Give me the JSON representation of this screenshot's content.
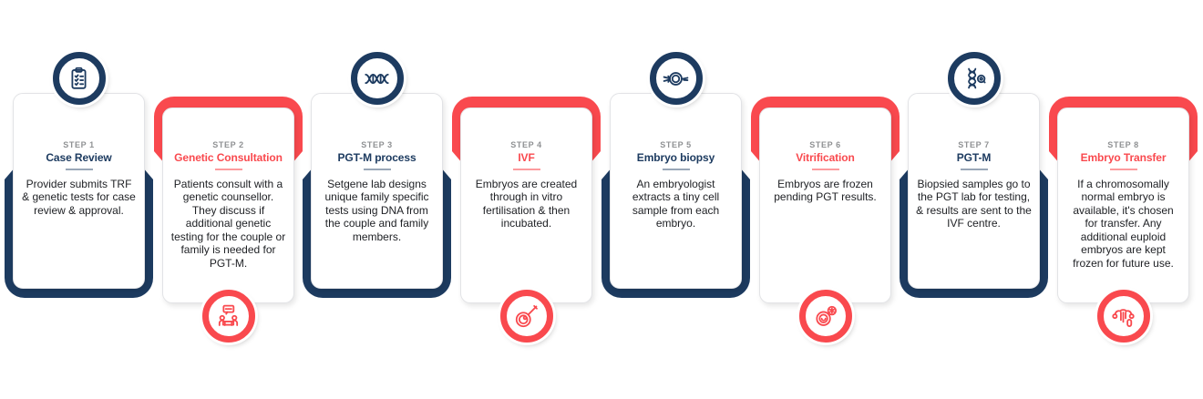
{
  "colors": {
    "navy": "#1d3b60",
    "red": "#f9494e",
    "step_label_gray": "#8f9193",
    "body_text": "#202226",
    "card_border": "#e2e3e6",
    "background": "#ffffff"
  },
  "steps": [
    {
      "step_label": "STEP 1",
      "title": "Case Review",
      "description": "Provider submits TRF & genetic tests for case review & approval.",
      "accent": "navy",
      "icon": "clipboard-checklist-icon",
      "icon_position": "top"
    },
    {
      "step_label": "STEP 2",
      "title": "Genetic Consultation",
      "description": "Patients consult with a genetic counsellor. They discuss if additional genetic testing for the couple or family is needed for PGT-M.",
      "accent": "red",
      "icon": "genetic-counselling-icon",
      "icon_position": "bottom"
    },
    {
      "step_label": "STEP 3",
      "title": "PGT-M process",
      "description": "Setgene lab designs unique family specific tests using DNA from the couple and family members.",
      "accent": "navy",
      "icon": "dna-strand-icon",
      "icon_position": "top"
    },
    {
      "step_label": "STEP 4",
      "title": "IVF",
      "description": "Embryos are created through in vitro fertilisation & then incubated.",
      "accent": "red",
      "icon": "ivf-fertilisation-icon",
      "icon_position": "bottom"
    },
    {
      "step_label": "STEP 5",
      "title": "Embryo biopsy",
      "description": "An embryologist extracts a tiny cell sample from each embryo.",
      "accent": "navy",
      "icon": "embryo-biopsy-icon",
      "icon_position": "top"
    },
    {
      "step_label": "STEP 6",
      "title": "Vitrification",
      "description": "Embryos are frozen pending PGT results.",
      "accent": "red",
      "icon": "frozen-embryo-icon",
      "icon_position": "bottom"
    },
    {
      "step_label": "STEP 7",
      "title": "PGT-M",
      "description": "Biopsied samples go to the PGT lab for testing, & results are sent to the IVF centre.",
      "accent": "navy",
      "icon": "dna-testing-icon",
      "icon_position": "top"
    },
    {
      "step_label": "STEP 8",
      "title": "Embryo Transfer",
      "description": "If a chromosomally normal embryo is available, it's chosen for transfer. Any additional euploid embryos are kept frozen for future use.",
      "accent": "red",
      "icon": "embryo-transfer-icon",
      "icon_position": "bottom"
    }
  ]
}
